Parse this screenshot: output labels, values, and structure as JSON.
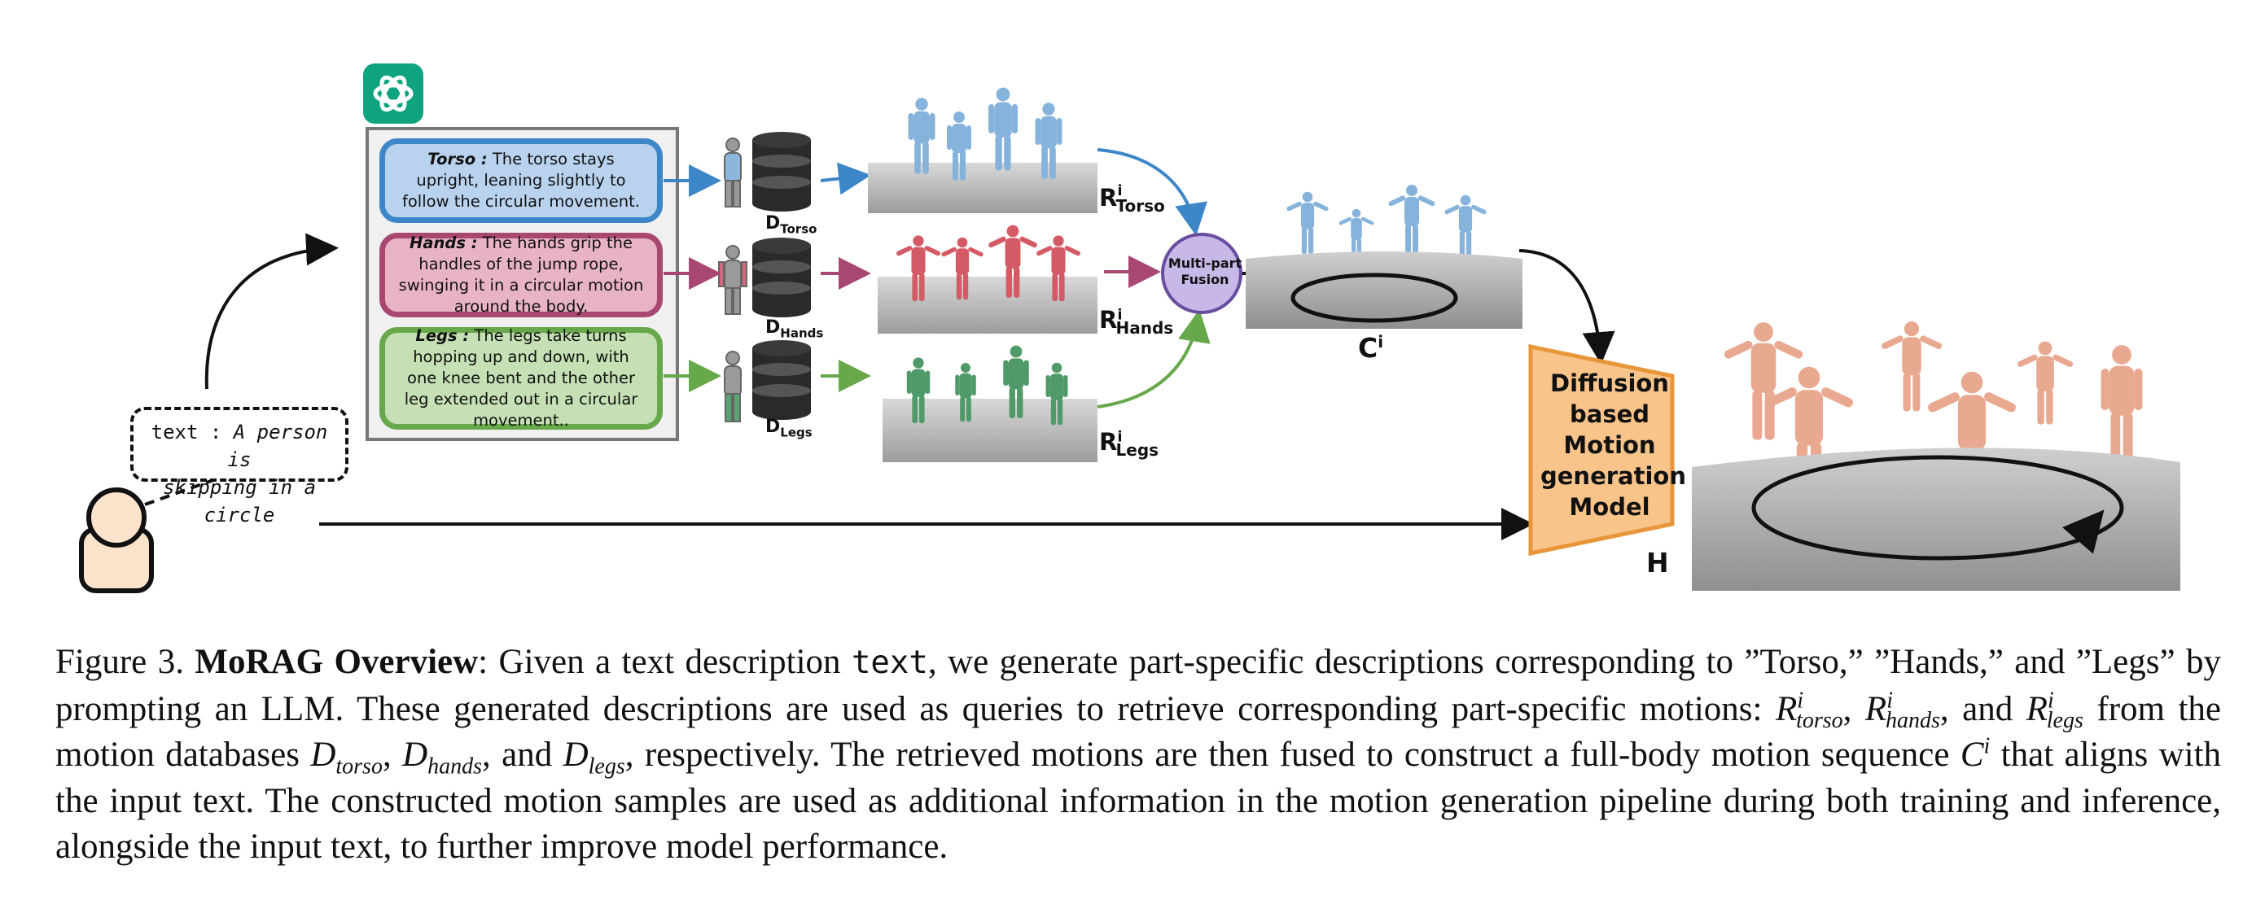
{
  "diagram": {
    "queries": {
      "torso": {
        "tag": "Torso :",
        "text": "The torso stays upright, leaning slightly to follow the circular movement."
      },
      "hands": {
        "tag": "Hands :",
        "text": "The hands grip the handles of the jump rope, swinging it in a circular motion around the body."
      },
      "legs": {
        "tag": "Legs :",
        "text": "The legs take turns hopping up and down, with one knee bent and the other leg extended out in a circular movement.."
      }
    },
    "databases": {
      "torso": {
        "base": "D",
        "sub": "Torso"
      },
      "hands": {
        "base": "D",
        "sub": "Hands"
      },
      "legs": {
        "base": "D",
        "sub": "Legs"
      }
    },
    "retrieved": {
      "torso": {
        "base": "R",
        "sup": "i",
        "sub": "Torso"
      },
      "hands": {
        "base": "R",
        "sup": "i",
        "sub": "Hands"
      },
      "legs": {
        "base": "R",
        "sup": "i",
        "sub": "Legs"
      }
    },
    "user_text": {
      "prefix": "text : ",
      "line1": "A person is",
      "line2": "skipping in a circle"
    },
    "fusion_label": [
      "Multi-part",
      "Fusion"
    ],
    "composite_label": {
      "base": "C",
      "sup": "i"
    },
    "model_label": [
      "Diffusion",
      "based",
      "Motion",
      "generation",
      "Model"
    ],
    "output_label": "H",
    "colors": {
      "torso": "#3d87c8",
      "torso_fill": "#b9d3ee",
      "hands": "#a84772",
      "hands_fill": "#e9b3c6",
      "legs": "#66a84a",
      "legs_fill": "#c5e0b4",
      "fusion_fill": "#c8b8e8",
      "fusion_stroke": "#6a4ca0",
      "model_fill": "#f8c48a",
      "model_stroke": "#e8963a",
      "user_fill": "#fde3cc",
      "llm_green": "#10a37f",
      "body_blue": "#86b3dc",
      "body_red": "#d45a66",
      "body_green": "#4f9a68",
      "body_peach": "#e9a890"
    }
  },
  "caption": {
    "label": "Figure 3.",
    "title": "MoRAG Overview",
    "s1": ": Given a text description ",
    "code": "text",
    "s2": ", we generate part-specific descriptions corresponding to ”Torso,” ”Hands,” and ”Legs” by prompting an LLM. These generated descriptions are used as queries to retrieve corresponding part-specific motions: ",
    "r_torso": {
      "base": "R",
      "sup": "i",
      "sub": "torso"
    },
    "r_hands": {
      "base": "R",
      "sup": "i",
      "sub": "hands"
    },
    "and1": ", and ",
    "r_legs": {
      "base": "R",
      "sup": "i",
      "sub": "legs"
    },
    "s3": " from the motion databases ",
    "d_torso": {
      "base": "D",
      "sub": "torso"
    },
    "comma": ", ",
    "d_hands": {
      "base": "D",
      "sub": "hands"
    },
    "and2": ", and ",
    "d_legs": {
      "base": "D",
      "sub": "legs"
    },
    "s4": ", respectively. The retrieved motions are then fused to construct a full-body motion sequence ",
    "c": {
      "base": "C",
      "sup": "i"
    },
    "s5": " that aligns with the input text. The constructed motion samples are used as additional information in the motion generation pipeline during both training and inference, alongside the input text, to further improve model performance."
  }
}
